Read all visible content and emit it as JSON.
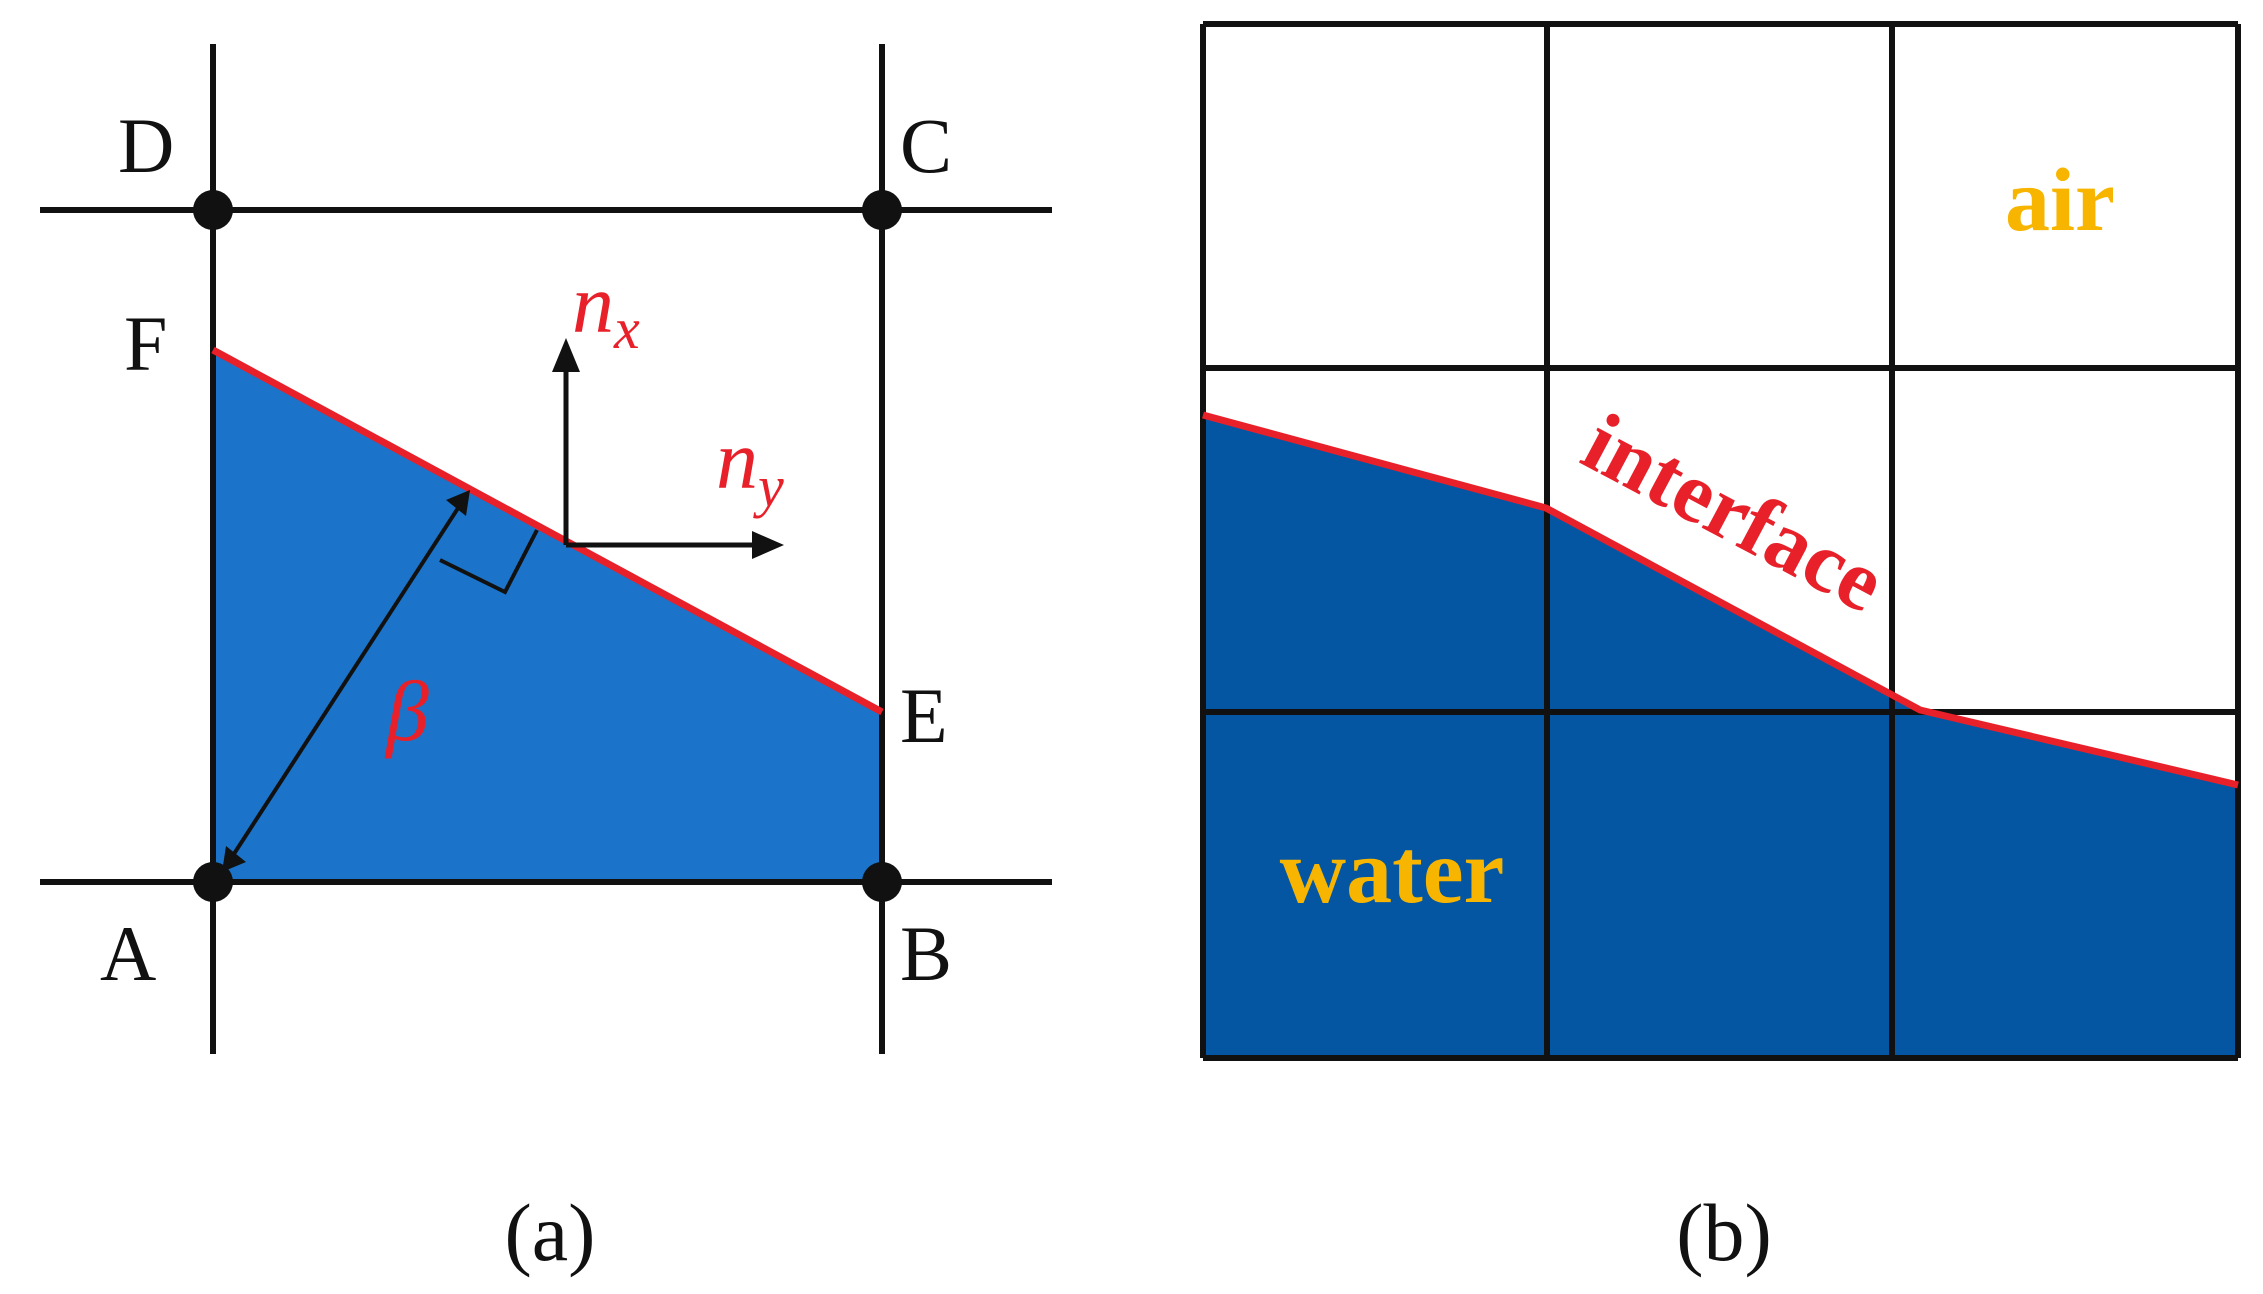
{
  "panel_a": {
    "points": {
      "A": "A",
      "B": "B",
      "C": "C",
      "D": "D",
      "E": "E",
      "F": "F"
    },
    "nx_base": "n",
    "nx_sub": "x",
    "ny_base": "n",
    "ny_sub": "y",
    "beta": "β",
    "caption": "(a)"
  },
  "panel_b": {
    "air_label": "air",
    "water_label": "water",
    "interface_label": "interface",
    "caption": "(b)"
  },
  "colors": {
    "fluid_a": "#1b74c9",
    "fluid_b": "#0456a3",
    "interface": "#e8202a",
    "label_gold": "#f7b500",
    "grid": "#111111"
  }
}
